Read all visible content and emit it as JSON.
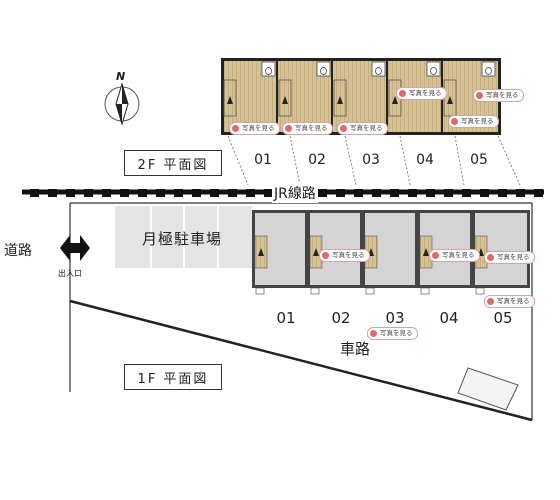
{
  "compass": {
    "north_label": "N"
  },
  "floor2": {
    "label": "2F 平面図",
    "unit_numbers": [
      "01",
      "02",
      "03",
      "04",
      "05"
    ]
  },
  "floor1": {
    "label": "1F 平面図",
    "unit_numbers": [
      "01",
      "02",
      "03",
      "04",
      "05"
    ]
  },
  "railway": {
    "label": "JR線路"
  },
  "parking": {
    "label": "月極駐車場"
  },
  "road_left": {
    "label": "道路"
  },
  "entrance": {
    "label": "出入口"
  },
  "road_bottom": {
    "label": "車路"
  },
  "photo_button_label": "写真を見る"
}
